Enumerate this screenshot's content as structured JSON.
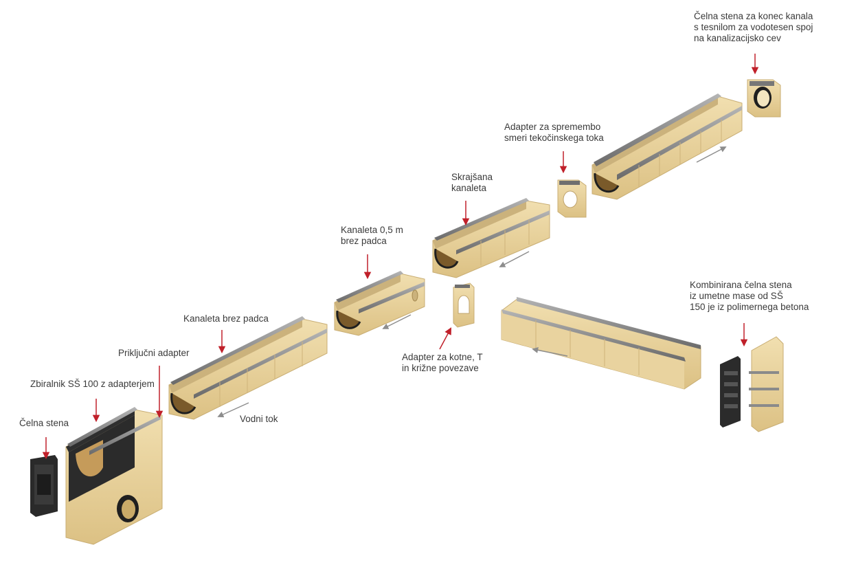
{
  "labels": {
    "end_wall_outlet": [
      "Čelna stena za konec kanala",
      "s tesnilom za vodotesen spoj",
      "na kanalizacijsko cev"
    ],
    "flow_direction_adapter": [
      "Adapter za spremembo",
      "smeri tekočinskega toka"
    ],
    "shortened_channel": [
      "Skrajšana",
      "kanaleta"
    ],
    "channel_half_m": [
      "Kanaleta 0,5 m",
      "brez padca"
    ],
    "channel_no_slope": [
      "Kanaleta brez padca"
    ],
    "connection_adapter": [
      "Priključni adapter"
    ],
    "collector": [
      "Zbiralnik SŠ 100 z adapterjem"
    ],
    "end_wall": [
      "Čelna stena"
    ],
    "water_flow": [
      "Vodni tok"
    ],
    "corner_adapter": [
      "Adapter za kotne, T",
      "in križne povezave"
    ],
    "combined_end_wall": [
      "Kombinirana čelna stena",
      "iz umetne mase od SŠ",
      "150 je iz polimernega betona"
    ]
  },
  "colors": {
    "concrete": "#e8cf98",
    "concrete_dark": "#d2b679",
    "concrete_light": "#f3e2b8",
    "steel": "#8c8c8c",
    "steel_dark": "#5e5e5e",
    "plastic": "#2b2b2b",
    "arrow_red": "#c0202a",
    "flow_arrow": "#8d8d8d",
    "text": "#3a3a3a"
  }
}
